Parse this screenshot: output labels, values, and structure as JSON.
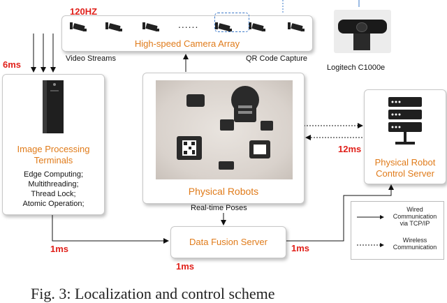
{
  "camera_array": {
    "rate": "120HZ",
    "title": "High-speed Camera Array",
    "left_label": "Video Streams",
    "right_label": "QR Code Capture",
    "dots": "......"
  },
  "webcam": {
    "label": "Logitech C1000e"
  },
  "image_processing": {
    "latency": "6ms",
    "title_line1": "Image Processing",
    "title_line2": "Terminals",
    "features": [
      "Edge Computing;",
      "Multithreading;",
      "Thread Lock;",
      "Atomic Operation;"
    ]
  },
  "robots": {
    "title": "Physical  Robots",
    "caption": "Real-time Poses"
  },
  "control_server": {
    "latency": "12ms",
    "title_line1": "Physical Robot",
    "title_line2": "Control Server"
  },
  "fusion": {
    "title": "Data Fusion Server",
    "latency_left": "1ms",
    "latency_below": "1ms",
    "latency_right": "1ms"
  },
  "legend": {
    "wired_line1": "Wired",
    "wired_line2": "Communication",
    "wired_line3": "via TCP/IP",
    "wireless_line1": "Wireless",
    "wireless_line2": "Communication"
  },
  "caption": "Fig. 3: Localization and control scheme",
  "colors": {
    "accent": "#e07b1a",
    "latency": "#e0201a"
  }
}
